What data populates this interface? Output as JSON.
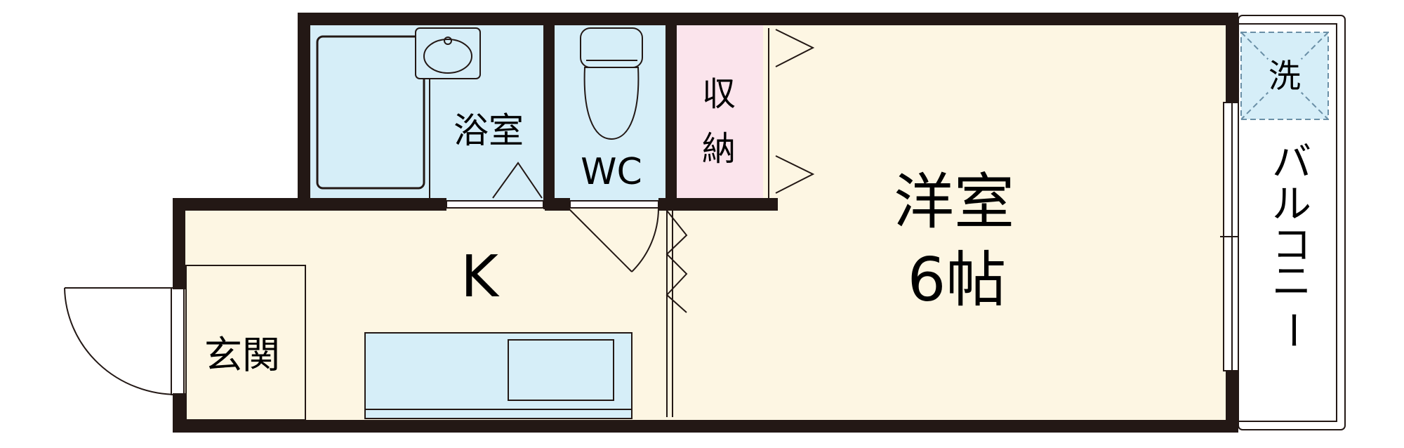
{
  "rooms": {
    "bathroom": "浴室",
    "wc": "WC",
    "storage_line1": "収",
    "storage_line2": "納",
    "western_room": "洋室",
    "western_room_size": "6帖",
    "kitchen": "K",
    "entrance": "玄関",
    "balcony_chars": [
      "バ",
      "ル",
      "コ",
      "ニ",
      "ー"
    ],
    "washer": "洗"
  },
  "colors": {
    "wall": "#231815",
    "bathroom_fill": "#d6eef8",
    "wc_fill": "#d6eef8",
    "storage_fill": "#fbe4ec",
    "living_fill": "#fdf6e3",
    "fixture_fill": "#d6eef8"
  }
}
